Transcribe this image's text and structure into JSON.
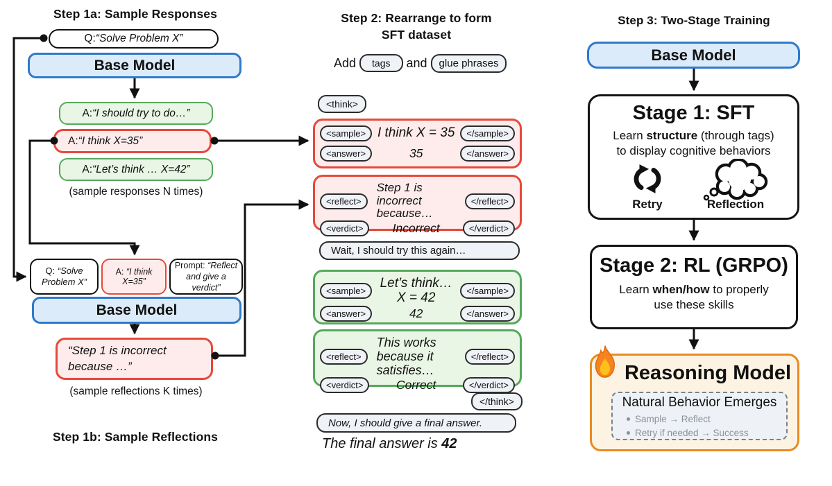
{
  "step1a": {
    "title": "Step 1a: Sample Responses",
    "question": {
      "prefix": "Q: ",
      "quote": "“Solve Problem X”"
    },
    "base_model": "Base Model",
    "responses": [
      {
        "prefix": "A: ",
        "quote": "“I should try to do…”"
      },
      {
        "prefix": "A: ",
        "quote": "“I think X=35”"
      },
      {
        "prefix": "A: ",
        "quote": "“Let’s think … X=42”"
      }
    ],
    "caption": "(sample responses N times)"
  },
  "step1b": {
    "title": "Step 1b: Sample Reflections",
    "question": {
      "prefix": "Q: ",
      "quote": "“Solve Problem X”"
    },
    "answer": {
      "prefix": "A: ",
      "quote": "“I think X=35”"
    },
    "prompt": {
      "prefix": "Prompt: ",
      "quote": "“Reflect and give a verdict”"
    },
    "base_model": "Base Model",
    "reflection": "“Step 1 is incorrect because …”",
    "caption": "(sample reflections K times)"
  },
  "step2": {
    "title_line1": "Step 2: Rearrange to form",
    "title_line2": "SFT dataset",
    "add_label": "Add",
    "tags_pill": "tags",
    "and_label": "and",
    "glue_pill": "glue phrases",
    "think_open": "<think>",
    "think_close": "</think>",
    "blocks": [
      {
        "rows": [
          {
            "open": "<sample>",
            "text": "I think X = 35",
            "close": "</sample>"
          },
          {
            "open": "<answer>",
            "text": "35",
            "close": "</answer>"
          }
        ]
      },
      {
        "rows": [
          {
            "open": "<reflect>",
            "text": "Step 1 is incorrect because…",
            "close": "</reflect>"
          },
          {
            "open": "<verdict>",
            "text": "Incorrect",
            "close": "</verdict>"
          }
        ]
      },
      {
        "rows": [
          {
            "open": "<sample>",
            "text": "Let’s think… X = 42",
            "close": "</sample>"
          },
          {
            "open": "<answer>",
            "text": "42",
            "close": "</answer>"
          }
        ]
      },
      {
        "rows": [
          {
            "open": "<reflect>",
            "text": "This works because it satisfies…",
            "close": "</reflect>"
          },
          {
            "open": "<verdict>",
            "text": "Correct",
            "close": "</verdict>"
          }
        ]
      }
    ],
    "glue_wait": "Wait, I should try this again…",
    "glue_final": "Now, I should give a final answer.",
    "final_prefix": "The final answer is ",
    "final_value": "42"
  },
  "step3": {
    "title": "Step 3: Two-Stage Training",
    "base_model": "Base Model",
    "stage1": {
      "heading": "Stage 1: SFT",
      "desc_pre": "Learn ",
      "desc_bold": "structure",
      "desc_post": " (through tags)",
      "desc_line2": "to display cognitive behaviors",
      "retry_label": "Retry",
      "reflection_label": "Reflection"
    },
    "stage2": {
      "heading": "Stage 2: RL (GRPO)",
      "desc_pre": "Learn ",
      "desc_bold": "when/how",
      "desc_post": " to properly",
      "desc_line2": "use these skills"
    },
    "reasoning": {
      "title": "Reasoning Model",
      "panel_title": "Natural Behavior Emerges",
      "bullets": [
        "Sample → Reflect",
        "Retry if needed → Success"
      ]
    }
  },
  "colors": {
    "blue_border": "#2e79cc",
    "blue_bg": "#dcebf9",
    "red_border": "#e6493a",
    "red_bg": "#fdeceb",
    "green_border": "#55a85c",
    "green_bg": "#eaf6e5",
    "orange_border": "#e98a20",
    "orange_bg": "#fdf3e2",
    "pill_bg": "#eff2f7",
    "muted_text": "#8c929b"
  }
}
